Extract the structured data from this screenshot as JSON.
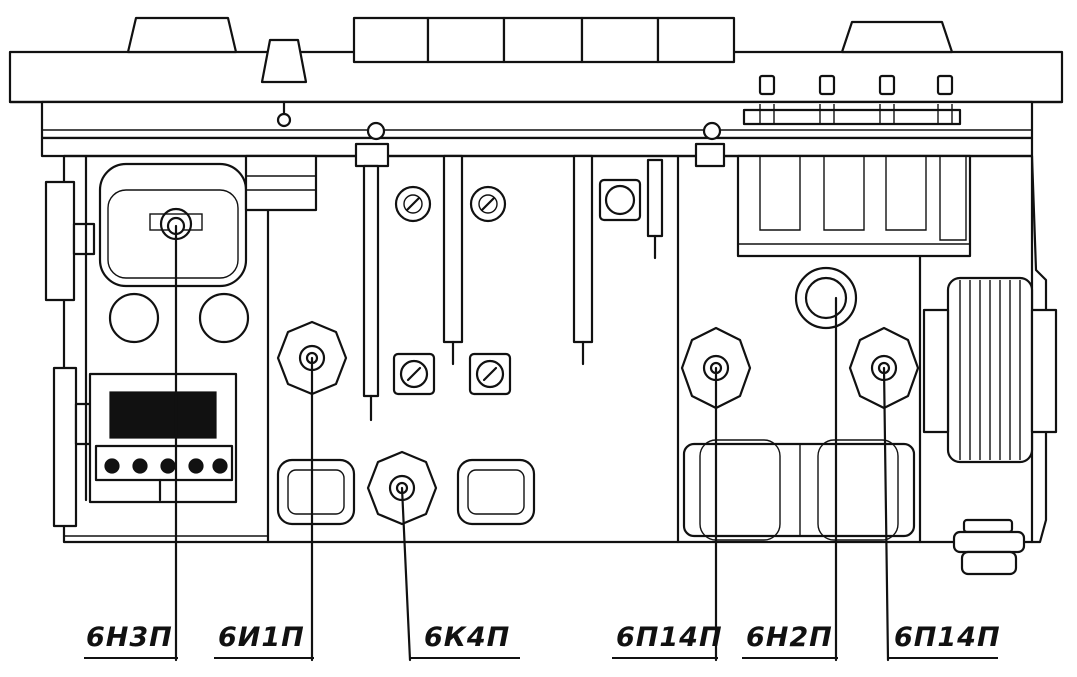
{
  "labels": {
    "tube1": "6Н3П",
    "tube2": "6И1П",
    "tube3": "6К4П",
    "tube4": "6П14П",
    "tube5": "6Н2П",
    "tube6": "6П14П"
  }
}
